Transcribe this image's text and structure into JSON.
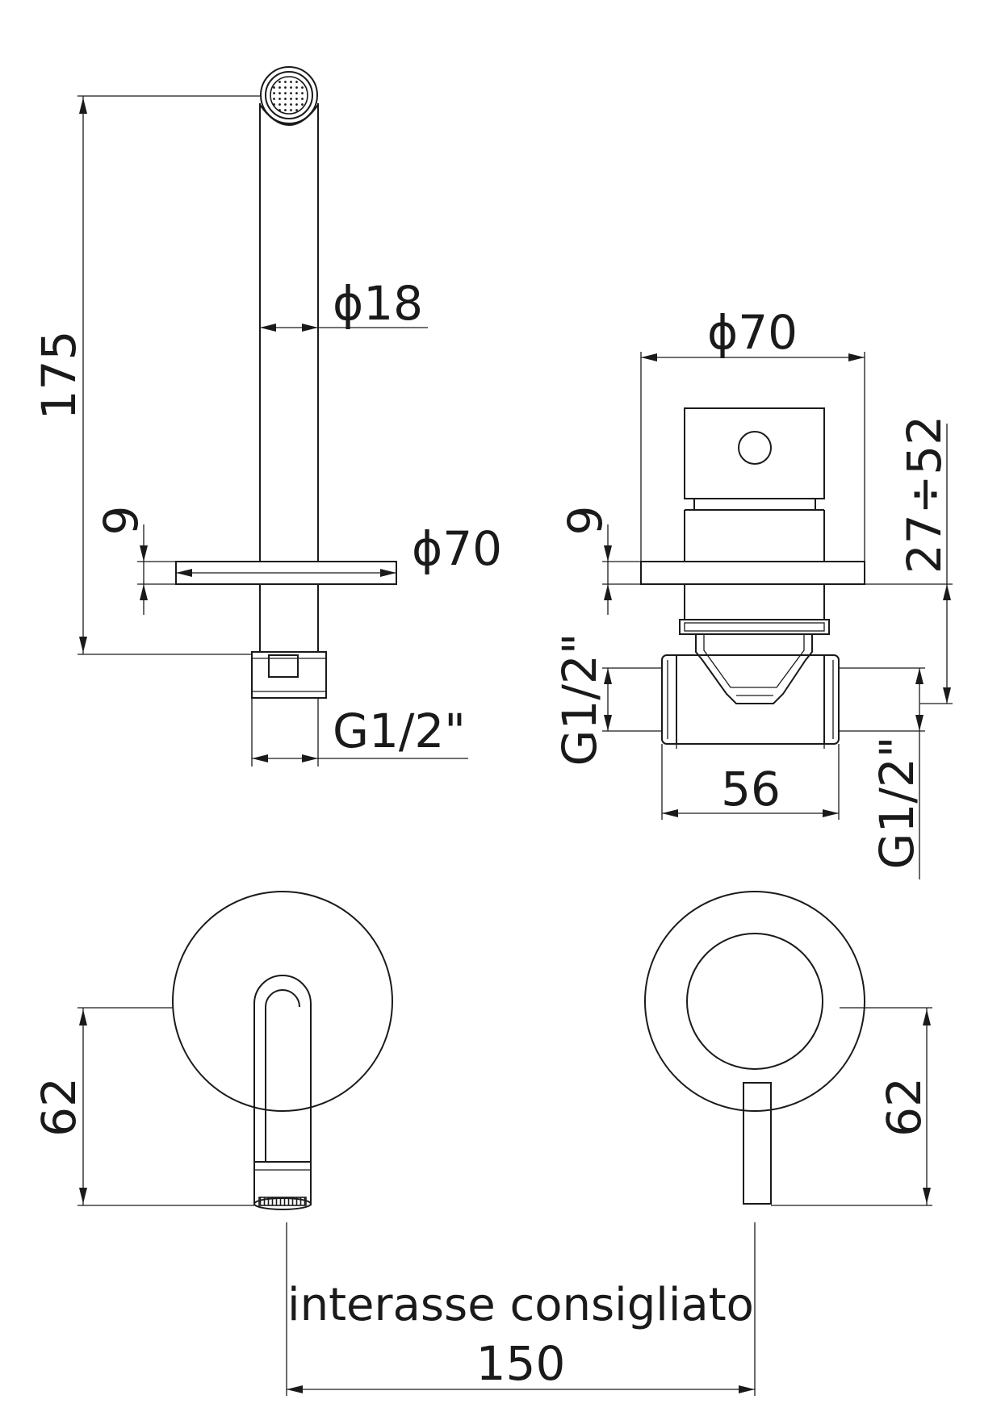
{
  "dimensions": {
    "spout_length": "175",
    "spout_diameter": "ϕ18",
    "spout_rosette_diameter": "ϕ70",
    "spout_rosette_thickness": "9",
    "spout_connection": "G1/2\"",
    "mixer_rosette_diameter": "ϕ70",
    "mixer_rosette_thickness": "9",
    "mixer_depth_range": "27÷52",
    "mixer_inlet_left": "G1/2\"",
    "mixer_body_width": "56",
    "mixer_inlet_right": "G1/2\"",
    "front_spout_height": "62",
    "front_handle_height": "62",
    "recommended_spacing": "150"
  },
  "notes": {
    "spacing_label": "interasse consigliato"
  }
}
